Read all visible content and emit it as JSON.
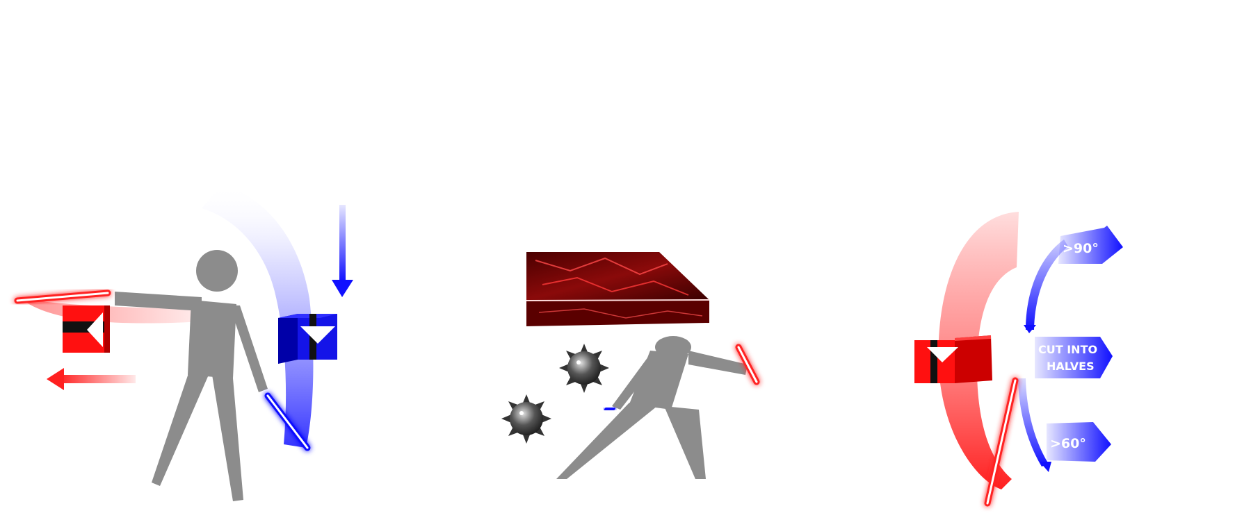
{
  "panels": {
    "left": {
      "description_icon": "directional-cut-icon"
    },
    "middle": {
      "description_icon": "duck-under-obstacle-icon"
    },
    "right": {
      "callout_top_label": ">90°",
      "callout_middle_label_line1": "CUT INTO",
      "callout_middle_label_line2": "HALVES",
      "callout_bottom_label": ">60°"
    }
  },
  "colors": {
    "red": "#ff2020",
    "blue": "#1010ff",
    "figure_gray": "#8c8c8c",
    "wall_dark_red": "#6a0000",
    "bomb_gray": "#4a4a4a"
  }
}
